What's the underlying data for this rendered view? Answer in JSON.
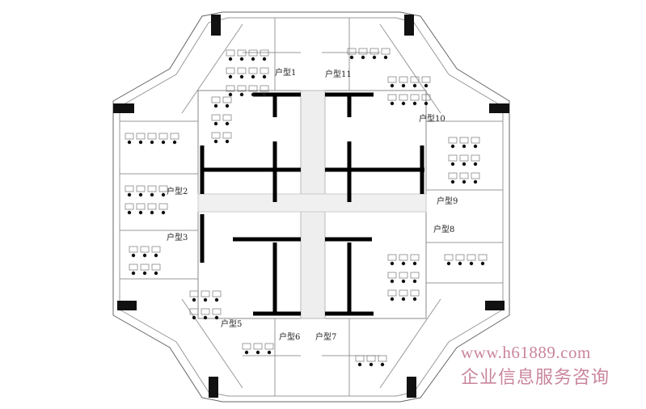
{
  "plan": {
    "units": [
      "户型1",
      "户型11",
      "户型10",
      "户型9",
      "户型8",
      "户型2",
      "户型3",
      "户型5",
      "户型6",
      "户型7"
    ]
  },
  "watermark": {
    "url": "www.h61889.com",
    "slogan": "企业信息服务咨询"
  }
}
